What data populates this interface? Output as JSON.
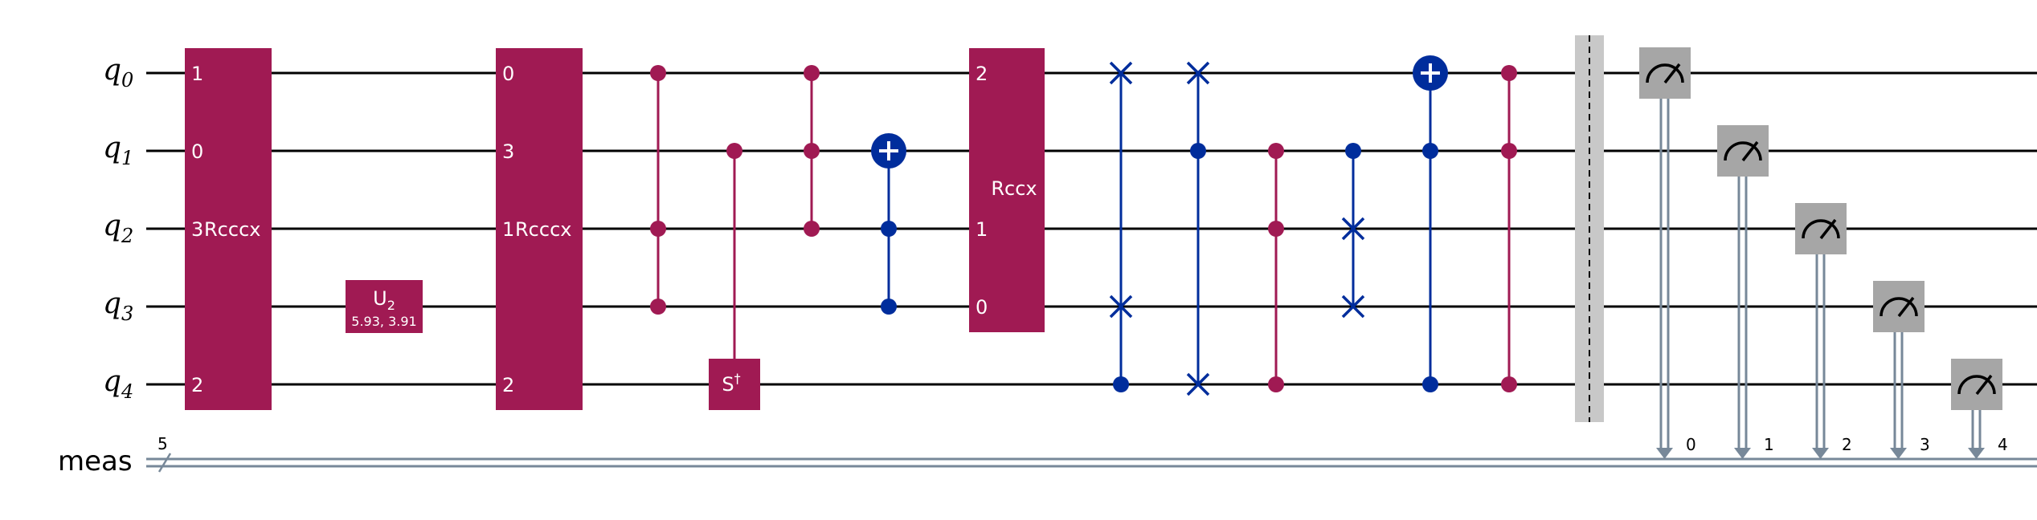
{
  "colors": {
    "magenta": "#a01a53",
    "blue": "#002d9c",
    "meter": "#a6a6a6",
    "barrier": "#c8c8c8",
    "classical": "#778899",
    "wire": "#000000",
    "text_on_gate": "#ffffff"
  },
  "qubits": [
    {
      "base": "q",
      "sub": "0"
    },
    {
      "base": "q",
      "sub": "1"
    },
    {
      "base": "q",
      "sub": "2"
    },
    {
      "base": "q",
      "sub": "3"
    },
    {
      "base": "q",
      "sub": "4"
    }
  ],
  "classical_register": {
    "name": "meas",
    "size": "5"
  },
  "gates": {
    "rcccx_1": {
      "name": "Rcccx",
      "pins": [
        "1",
        "0",
        "3",
        "",
        "2"
      ]
    },
    "u2": {
      "name": "U",
      "sub": "2",
      "params": "5.93, 3.91"
    },
    "rcccx_2": {
      "name": "Rcccx",
      "pins": [
        "0",
        "3",
        "1",
        "",
        "2"
      ]
    },
    "sdg": {
      "name": "S",
      "sup": "†"
    },
    "rccx": {
      "name": "Rccx",
      "pins": [
        "2",
        "",
        "1",
        "0",
        ""
      ]
    }
  },
  "measure_bits": [
    "0",
    "1",
    "2",
    "3",
    "4"
  ],
  "icons": {
    "target": "cnot-target-icon",
    "swap": "swap-x-icon",
    "meter": "measurement-meter-icon"
  }
}
